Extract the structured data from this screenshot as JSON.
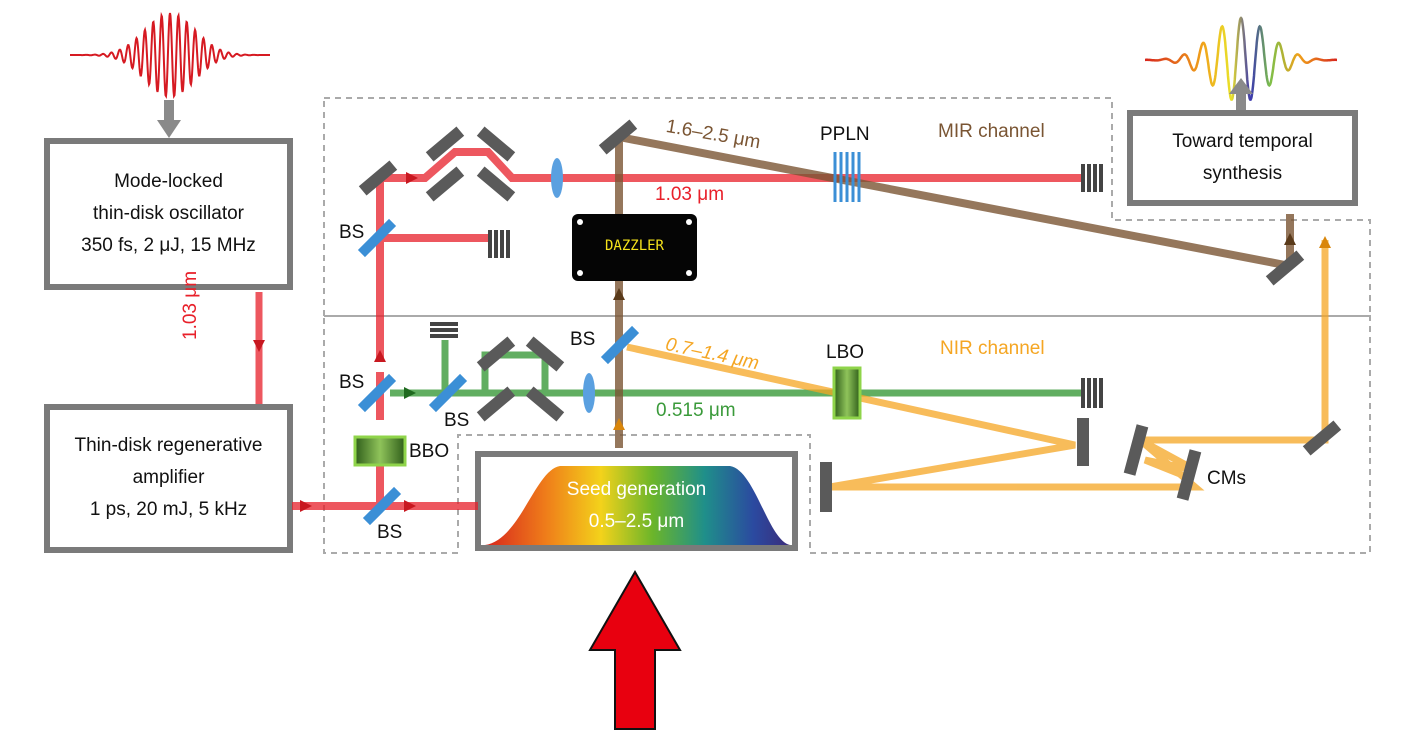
{
  "oscillator": {
    "line1": "Mode-locked",
    "line2": "thin-disk oscillator",
    "line3": "350 fs, 2 μJ, 15 MHz"
  },
  "amplifier": {
    "line1": "Thin-disk regenerative",
    "line2": "amplifier",
    "line3": "1 ps, 20 mJ, 5 kHz"
  },
  "seed": {
    "line1": "Seed generation",
    "line2": "0.5–2.5 μm"
  },
  "synthesis": {
    "line1": "Toward temporal",
    "line2": "synthesis"
  },
  "dazzler": {
    "label": "DAZZLER"
  },
  "channels": {
    "mir": "MIR channel",
    "nir": "NIR channel"
  },
  "crystals": {
    "ppln": "PPLN",
    "lbo": "LBO",
    "bbo": "BBO"
  },
  "wavelengths": {
    "osc_to_amp": "1.03 μm",
    "mir_pump": "1.03 μm",
    "mir_signal": "1.6–2.5 μm",
    "nir_signal": "0.7–1.4 μm",
    "nir_pump": "0.515 μm"
  },
  "beamsplitters": {
    "bs1": "BS",
    "bs2": "BS",
    "bs3": "BS",
    "bs4": "BS",
    "bs5": "BS"
  },
  "chirped_mirrors": {
    "label": "CMs"
  },
  "colors": {
    "pump": "#e8202a",
    "mir": "#7a5533",
    "nir": "#f5a623",
    "green": "#3a9a3a",
    "box": "#777777",
    "optic": "#555555",
    "bs": "#3b8fd6",
    "crystal": "#5aa02c"
  }
}
